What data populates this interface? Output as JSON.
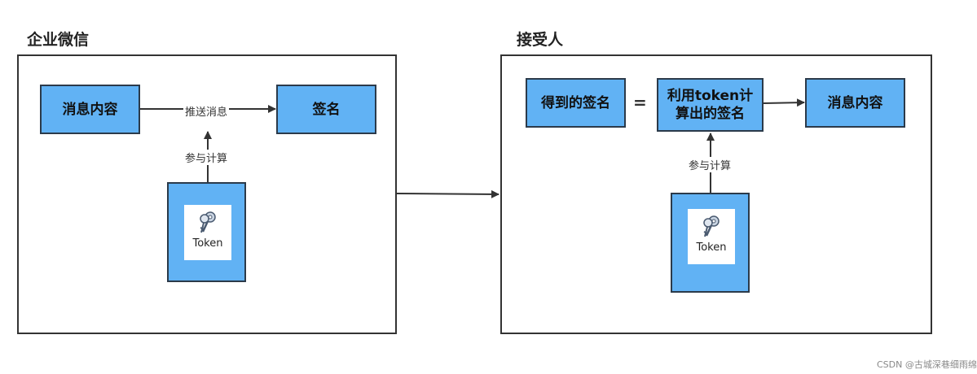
{
  "left": {
    "title": "企业微信",
    "msg_box": "消息内容",
    "sign_box": "签名",
    "push_label": "推送消息",
    "calc_label": "参与计算",
    "token_label": "Token"
  },
  "right": {
    "title": "接受人",
    "received_sign": "得到的签名",
    "equals": "=",
    "computed_sign_line1": "利用token计",
    "computed_sign_line2": "算出的签名",
    "msg_box": "消息内容",
    "calc_label": "参与计算",
    "token_label": "Token"
  },
  "watermark": "CSDN @古城深巷细雨绵",
  "colors": {
    "box_fill": "#61b2f4",
    "border": "#2b3a4a",
    "line": "#333333"
  }
}
